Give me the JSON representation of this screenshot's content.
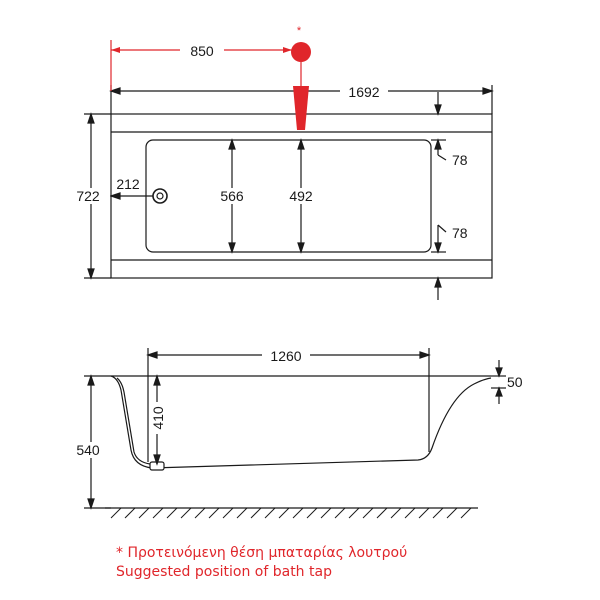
{
  "top_view": {
    "tap_marker": "*",
    "dim_tap_position": "850",
    "dim_length": "1692",
    "dim_width": "722",
    "dim_drain_offset": "212",
    "dim_inner_width": "566",
    "dim_center_width": "492",
    "dim_rim_top": "78",
    "dim_rim_bottom": "78"
  },
  "side_view": {
    "dim_bottom_length": "1260",
    "dim_depth": "410",
    "dim_height": "540",
    "dim_rim": "50"
  },
  "notes": {
    "greek": "* Προτεινόμενη θέση μπαταρίας λουτρού",
    "english": "Suggested position of bath tap"
  },
  "colors": {
    "line": "#1a1a1a",
    "accent_red": "#e0262b"
  }
}
